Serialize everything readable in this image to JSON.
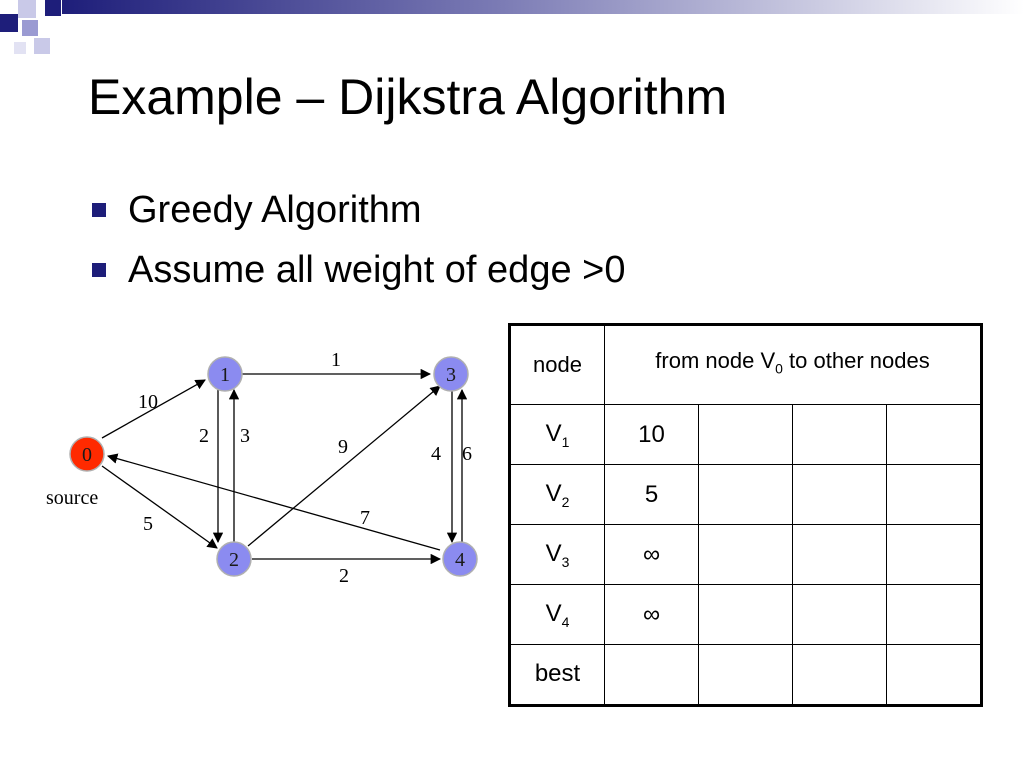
{
  "slide": {
    "title": "Example – Dijkstra Algorithm",
    "bullets": [
      "Greedy Algorithm",
      "Assume all weight of edge >0"
    ]
  },
  "graph": {
    "nodes": [
      {
        "id": "0",
        "label": "0",
        "color": "#ff2a00"
      },
      {
        "id": "1",
        "label": "1",
        "color": "#8b8bf0"
      },
      {
        "id": "2",
        "label": "2",
        "color": "#8b8bf0"
      },
      {
        "id": "3",
        "label": "3",
        "color": "#8b8bf0"
      },
      {
        "id": "4",
        "label": "4",
        "color": "#8b8bf0"
      }
    ],
    "source_label": "source",
    "edges": [
      {
        "from": "0",
        "to": "1",
        "weight": "10"
      },
      {
        "from": "0",
        "to": "2",
        "weight": "5"
      },
      {
        "from": "1",
        "to": "3",
        "weight": "1"
      },
      {
        "from": "1",
        "to": "2",
        "weight": "2"
      },
      {
        "from": "2",
        "to": "1",
        "weight": "3"
      },
      {
        "from": "2",
        "to": "3",
        "weight": "9"
      },
      {
        "from": "2",
        "to": "4",
        "weight": "2"
      },
      {
        "from": "3",
        "to": "4",
        "weight": "4"
      },
      {
        "from": "4",
        "to": "3",
        "weight": "6"
      },
      {
        "from": "4",
        "to": "0",
        "weight": "7"
      }
    ]
  },
  "table": {
    "header": {
      "node": "node",
      "from_prefix": "from node V",
      "from_sub": "0",
      "from_suffix": " to other nodes"
    },
    "rows": [
      {
        "label": "V",
        "sub": "1",
        "value": "10"
      },
      {
        "label": "V",
        "sub": "2",
        "value": "5"
      },
      {
        "label": "V",
        "sub": "3",
        "value": "∞"
      },
      {
        "label": "V",
        "sub": "4",
        "value": "∞"
      },
      {
        "label": "best",
        "sub": "",
        "value": ""
      }
    ]
  },
  "colors": {
    "accent": "#1e1e7a",
    "source_node": "#ff2a00",
    "node": "#8b8bf0"
  }
}
